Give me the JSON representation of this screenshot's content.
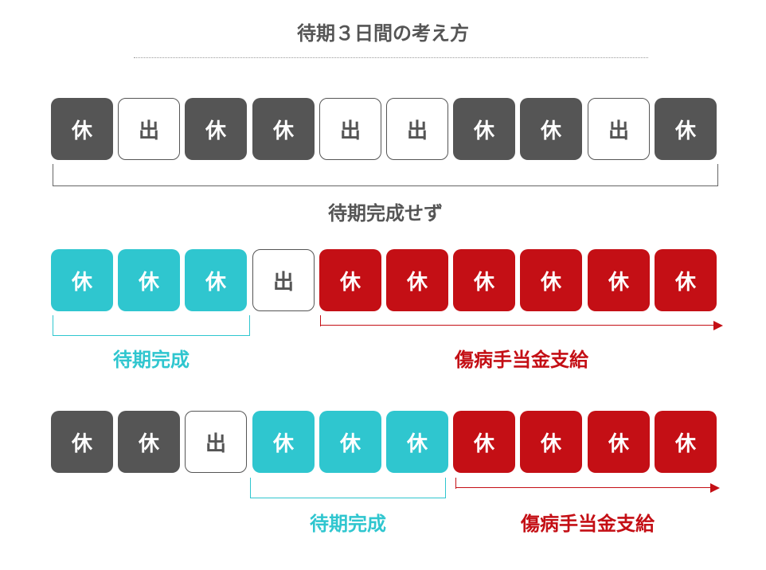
{
  "title": "待期３日間の考え方",
  "rows": [
    {
      "days": [
        {
          "text": "休",
          "kind": "rest"
        },
        {
          "text": "出",
          "kind": "work"
        },
        {
          "text": "休",
          "kind": "rest"
        },
        {
          "text": "休",
          "kind": "rest"
        },
        {
          "text": "出",
          "kind": "work"
        },
        {
          "text": "出",
          "kind": "work"
        },
        {
          "text": "休",
          "kind": "rest"
        },
        {
          "text": "休",
          "kind": "rest"
        },
        {
          "text": "出",
          "kind": "work"
        },
        {
          "text": "休",
          "kind": "rest"
        }
      ],
      "label": "待期完成せず"
    },
    {
      "days": [
        {
          "text": "休",
          "kind": "wait"
        },
        {
          "text": "休",
          "kind": "wait"
        },
        {
          "text": "休",
          "kind": "wait"
        },
        {
          "text": "出",
          "kind": "work"
        },
        {
          "text": "休",
          "kind": "paid"
        },
        {
          "text": "休",
          "kind": "paid"
        },
        {
          "text": "休",
          "kind": "paid"
        },
        {
          "text": "休",
          "kind": "paid"
        },
        {
          "text": "休",
          "kind": "paid"
        },
        {
          "text": "休",
          "kind": "paid"
        }
      ],
      "wait_label": "待期完成",
      "paid_label": "傷病手当金支給"
    },
    {
      "days": [
        {
          "text": "休",
          "kind": "rest"
        },
        {
          "text": "休",
          "kind": "rest"
        },
        {
          "text": "出",
          "kind": "work"
        },
        {
          "text": "休",
          "kind": "wait"
        },
        {
          "text": "休",
          "kind": "wait"
        },
        {
          "text": "休",
          "kind": "wait"
        },
        {
          "text": "休",
          "kind": "paid"
        },
        {
          "text": "休",
          "kind": "paid"
        },
        {
          "text": "休",
          "kind": "paid"
        },
        {
          "text": "休",
          "kind": "paid"
        }
      ],
      "wait_label": "待期完成",
      "paid_label": "傷病手当金支給"
    }
  ],
  "colors": {
    "rest": "#555555",
    "work": "#ffffff",
    "wait": "#2fc6cf",
    "paid": "#c40f15"
  }
}
